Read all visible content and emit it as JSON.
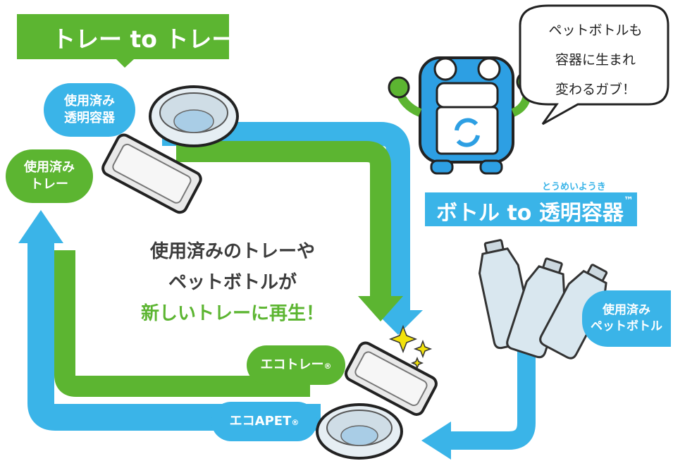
{
  "banner_tray": {
    "text": "トレー to トレー",
    "mark": "®"
  },
  "banner_bottle": {
    "text": "ボトル to 透明容器",
    "mark": "™",
    "ruby": "とうめいようき"
  },
  "labels": {
    "used_clear_container": [
      "使用済み",
      "透明容器"
    ],
    "used_tray": [
      "使用済み",
      "トレー"
    ],
    "used_pet_bottle": [
      "使用済み",
      "ペットボトル"
    ],
    "eco_tray": "エコトレー",
    "eco_tray_mark": "®",
    "eco_apet": "エコAPET",
    "eco_apet_mark": "®"
  },
  "center_message": [
    "使用済みのトレーや",
    "ペットボトルが",
    "新しいトレーに再生！"
  ],
  "speech_bubble": [
    "ペットボトルも",
    "容器に生まれ",
    "変わるガブ！"
  ],
  "colors": {
    "green": "#5cb531",
    "blue": "#3ab4e8",
    "text_dark": "#3c3c3c"
  },
  "icons": [
    "recycle-icon",
    "sparkle-icon"
  ]
}
